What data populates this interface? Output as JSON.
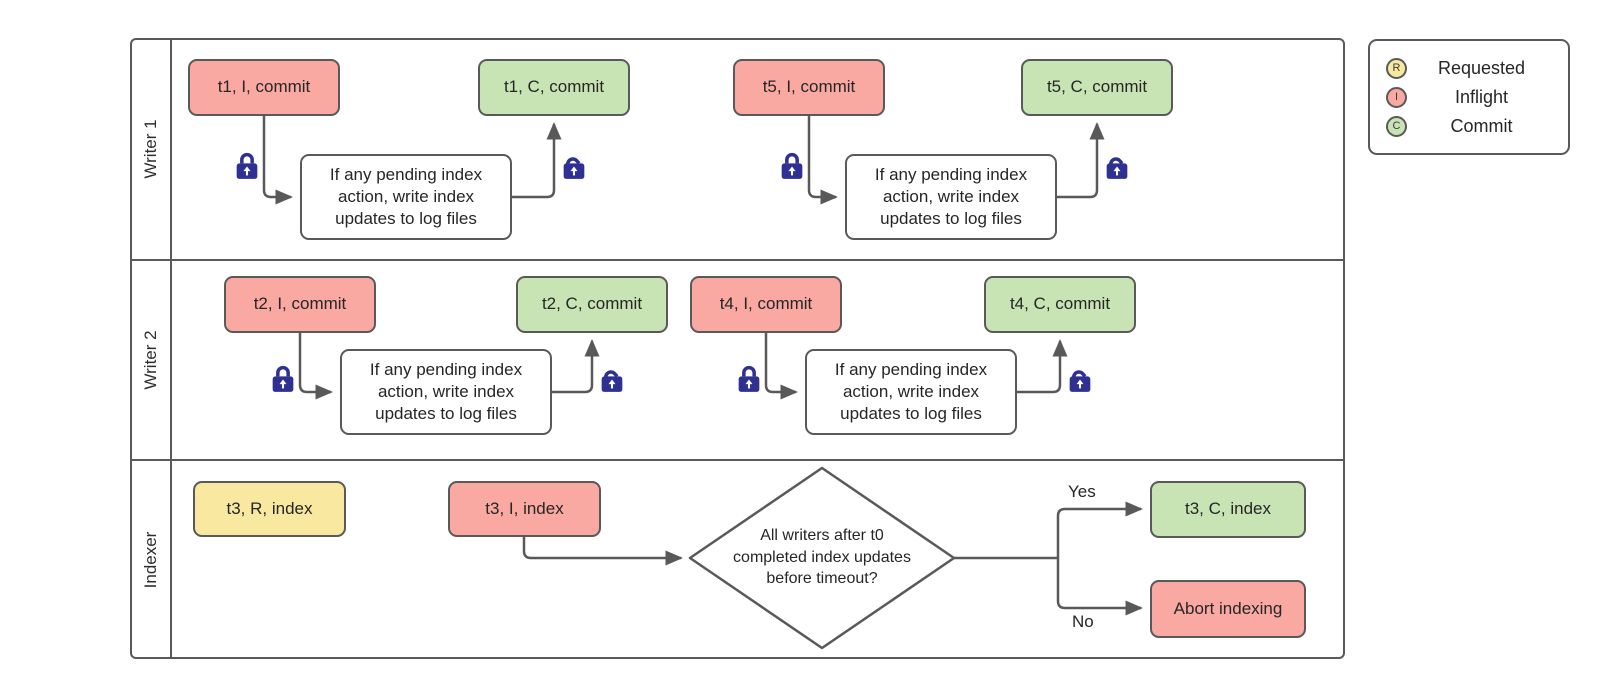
{
  "colors": {
    "inflight": "#f9a8a2",
    "commit": "#c8e4b4",
    "requested": "#f8e8a0",
    "process": "#ffffff",
    "border": "#595959",
    "line": "#595959",
    "lock": "#2e3192",
    "text": "#262626"
  },
  "lanes": [
    {
      "label": "Writer 1"
    },
    {
      "label": "Writer 2"
    },
    {
      "label": "Indexer"
    }
  ],
  "writer1": {
    "t1_inflight": "t1, I, commit",
    "t1_commit": "t1, C, commit",
    "t5_inflight": "t5, I, commit",
    "t5_commit": "t5, C, commit",
    "process_lines": [
      "If any pending index",
      "action, write index",
      "updates to log files"
    ]
  },
  "writer2": {
    "t2_inflight": "t2, I, commit",
    "t2_commit": "t2, C, commit",
    "t4_inflight": "t4, I, commit",
    "t4_commit": "t4, C, commit",
    "process_lines": [
      "If any pending index",
      "action, write index",
      "updates to log files"
    ]
  },
  "indexer": {
    "t3_requested": "t3, R, index",
    "t3_inflight": "t3, I, index",
    "t3_commit": "t3, C, index",
    "abort": "Abort indexing",
    "decision_lines": [
      "All writers after t0",
      "completed index updates",
      "before timeout?"
    ],
    "yes_label": "Yes",
    "no_label": "No"
  },
  "legend": {
    "items": [
      {
        "badge": "R",
        "label": "Requested",
        "state": "requested"
      },
      {
        "badge": "I",
        "label": "Inflight",
        "state": "inflight"
      },
      {
        "badge": "C",
        "label": "Commit",
        "state": "commit"
      }
    ]
  }
}
